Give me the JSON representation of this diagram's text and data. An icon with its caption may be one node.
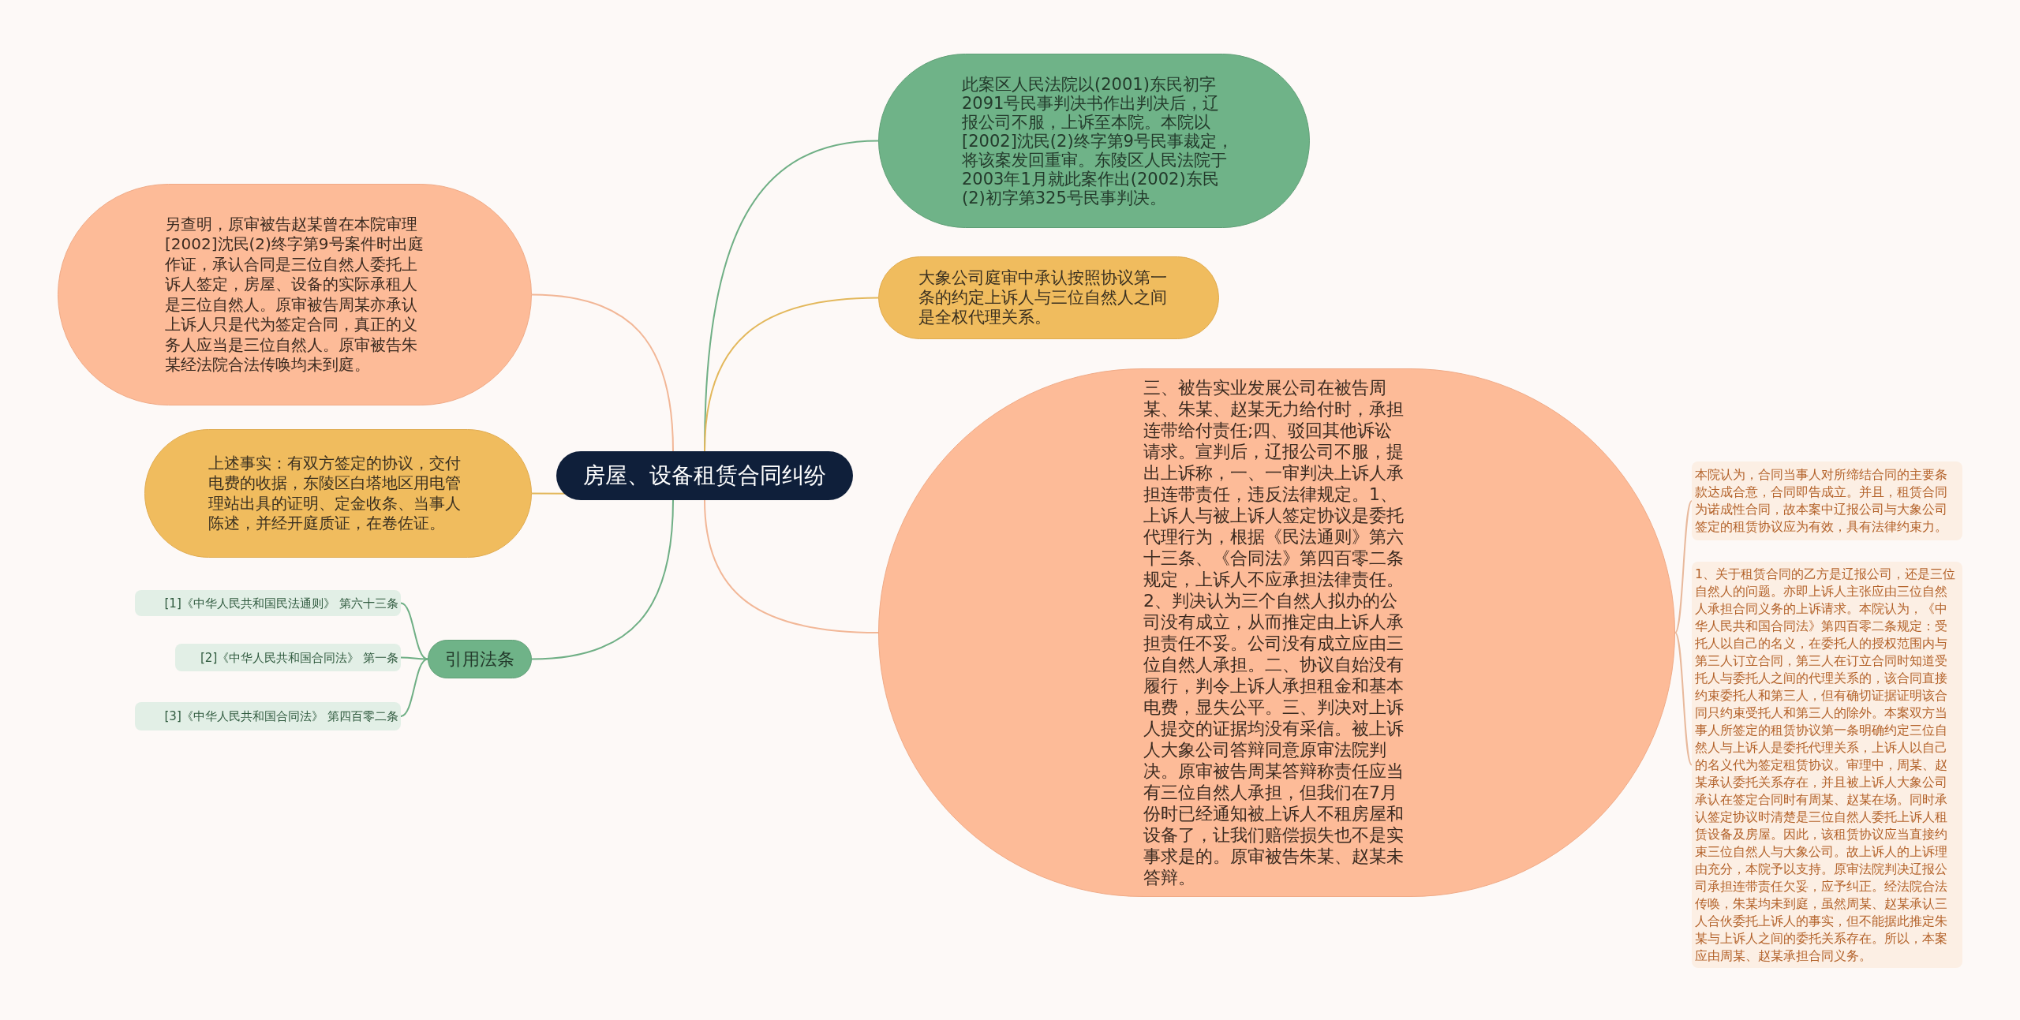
{
  "diagram": {
    "nodes": [
      {
        "text": [
          "房屋、设备租赁合同纠纷"
        ]
      },
      {
        "text": [
          "此案区人民法院以(2001)东民初字2091号民事判决书作出判决后，辽报公司不服，上诉至本院。本院以[2002]沈民(2)终字第9号民事裁定，将该案发回重审。东陵区人民法院于2003年1月就此案作出(2002)东民(2)初字第325号民事判决。"
        ]
      },
      {
        "text": [
          "大象公司庭审中承认按照协议第一条的约定上诉人与三位自然人之间是全权代理关系。"
        ]
      },
      {
        "text": [
          "三、被告实业发展公司在被告周某、朱某、赵某无力给付时，承担连带给付责任;四、驳回其他诉讼请求。宣判后，辽报公司不服，提出上诉称，一、一审判决上诉人承担连带责任，违反法律规定。1、上诉人与被上诉人签定协议是委托代理行为，根据《民法通则》第六十三条、《合同法》第四百零二条规定，上诉人不应承担法律责任。2、判决认为三个自然人拟办的公司没有成立，从而推定由上诉人承担责任不妥。公司没有成立应由三位自然人承担。二、协议自始没有履行，判令上诉人承担租金和基本电费，显失公平。三、判决对上诉人提交的证据均没有采信。被上诉人大象公司答辩同意原审法院判决。原审被告周某答辩称责任应当有三位自然人承担，但我们在7月份时已经通知被上诉人不租房屋和设备了，让我们赔偿损失也不是实事求是的。原审被告朱某、赵某未答辩。"
        ]
      },
      {
        "text": [
          "本院认为，合同当事人对所缔结合同的主要条款达成合意，合同即告成立。并且，租赁合同为诺成性合同，故本案中辽报公司与大象公司签定的租赁协议应为有效，具有法律约束力。"
        ]
      },
      {
        "text": [
          "1、关于租赁合同的乙方是辽报公司，还是三位自然人的问题。亦即上诉人主张应由三位自然人承担合同义务的上诉请求。本院认为，《中华人民共和国合同法》第四百零二条规定：受托人以自己的名义，在委托人的授权范围内与第三人订立合同，第三人在订立合同时知道受托人与委托人之间的代理关系的，该合同直接约束委托人和第三人，但有确切证据证明该合同只约束受托人和第三人的除外。本案双方当事人所签定的租赁协议第一条明确约定三位自然人与上诉人是委托代理关系，上诉人以自己的名义代为签定租赁协议。审理中，周某、赵某承认委托关系存在，并且被上诉人大象公司承认在签定合同时有周某、赵某在场。同时承认签定协议时清楚是三位自然人委托上诉人租赁设备及房屋。因此，该租赁协议应当直接约束三位自然人与大象公司。故上诉人的上诉理由充分，本院予以支持。原审法院判决辽报公司承担连带责任欠妥，应予纠正。经法院合法传唤，朱某均未到庭，虽然周某、赵某承认三人合伙委托上诉人的事实，但不能据此推定朱某与上诉人之间的委托关系存在。所以，本案应由周某、赵某承担合同义务。"
        ]
      },
      {
        "text": [
          "另查明，原审被告赵某曾在本院审理[2002]沈民(2)终字第9号案件时出庭作证，承认合同是三位自然人委托上诉人签定，房屋、设备的实际承租人是三位自然人。原审被告周某亦承认上诉人只是代为签定合同，真正的义务人应当是三位自然人。原审被告朱某经法院合法传唤均未到庭。"
        ]
      },
      {
        "text": [
          "上述事实：有双方签定的协议，交付电费的收据，东陵区白塔地区用电管理站出具的证明、定金收条、当事人陈述，并经开庭质证，在卷佐证。"
        ]
      },
      {
        "text": [
          "引用法条"
        ]
      },
      {
        "text": [
          "[1]《中华人民共和国民法通则》 第六十三条"
        ]
      },
      {
        "text": [
          "[2]《中华人民共和国合同法》 第一条"
        ]
      },
      {
        "text": [
          "[3]《中华人民共和国合同法》 第四百零二条"
        ]
      }
    ],
    "edges": [
      {
        "from": 0,
        "to": 1,
        "arrow": "none",
        "color": "#6faf85"
      },
      {
        "from": 0,
        "to": 2,
        "arrow": "none",
        "color": "#e3b85c"
      },
      {
        "from": 0,
        "to": 3,
        "arrow": "none",
        "color": "#f2b797"
      },
      {
        "from": 3,
        "to": 4,
        "arrow": "none",
        "color": "#e8b99c"
      },
      {
        "from": 3,
        "to": 5,
        "arrow": "none",
        "color": "#e8b99c"
      },
      {
        "from": 0,
        "to": 6,
        "arrow": "none",
        "color": "#f2b797"
      },
      {
        "from": 0,
        "to": 7,
        "arrow": "none",
        "color": "#e3b85c"
      },
      {
        "from": 0,
        "to": 8,
        "arrow": "none",
        "color": "#6faf85"
      },
      {
        "from": 8,
        "to": 9,
        "arrow": "none",
        "color": "#6faf85"
      },
      {
        "from": 8,
        "to": 10,
        "arrow": "none",
        "color": "#6faf85"
      },
      {
        "from": 8,
        "to": 11,
        "arrow": "none",
        "color": "#6faf85"
      }
    ]
  }
}
